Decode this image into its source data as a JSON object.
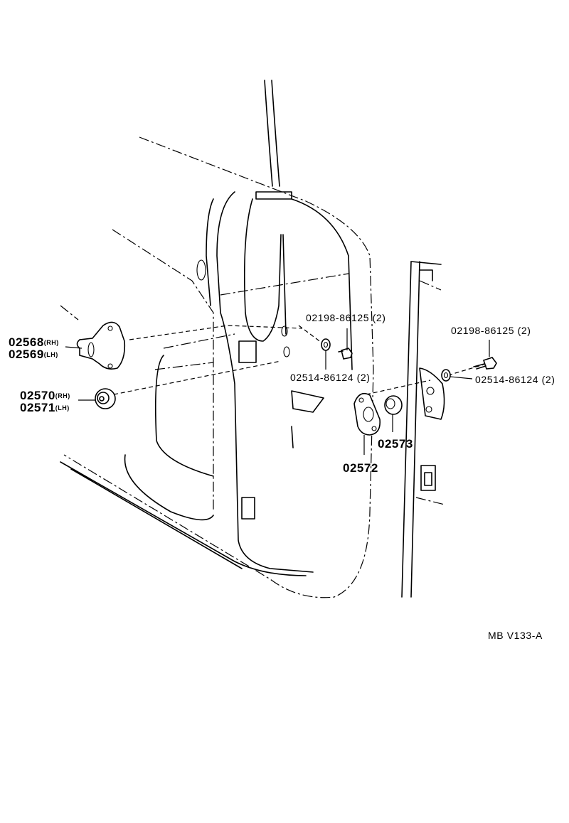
{
  "labels": {
    "p02568": "02568",
    "p02568_side": "(RH)",
    "p02569": "02569",
    "p02569_side": "(LH)",
    "p02570": "02570",
    "p02570_side": "(RH)",
    "p02571": "02571",
    "p02571_side": "(LH)",
    "bolt_upper_left": "02198-86125 (2)",
    "washer_left": "02514-86124 (2)",
    "bolt_right": "02198-86125 (2)",
    "washer_right": "02514-86124 (2)",
    "p02572": "02572",
    "p02573": "02573",
    "code": "MB V133-A"
  }
}
